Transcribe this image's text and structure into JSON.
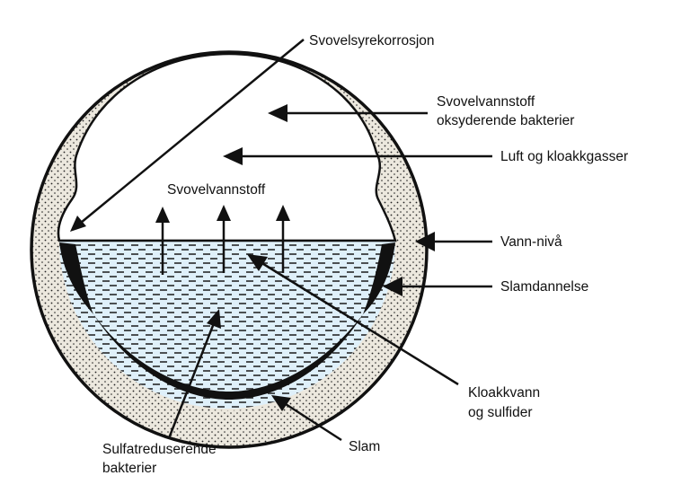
{
  "labels": {
    "sulfuric_acid_corrosion": "Svovelsyrekorrosjon",
    "oxidizing_bacteria_line1": "Svovelvannstoff",
    "oxidizing_bacteria_line2": "oksyderende bakterier",
    "air_and_sewer_gases": "Luft og kloakkgasser",
    "hydrogen_sulfide": "Svovelvannstoff",
    "water_level": "Vann-nivå",
    "sludge_formation": "Slamdannelse",
    "sewage_line1": "Kloakkvann",
    "sewage_line2": "og sulfider",
    "sludge": "Slam",
    "reducing_bacteria_line1": "Sulfatreduserende",
    "reducing_bacteria_line2": "bakterier"
  },
  "colors": {
    "pipe_wall": "#ece8de",
    "water": "#dff0fa",
    "ink": "#111111"
  }
}
